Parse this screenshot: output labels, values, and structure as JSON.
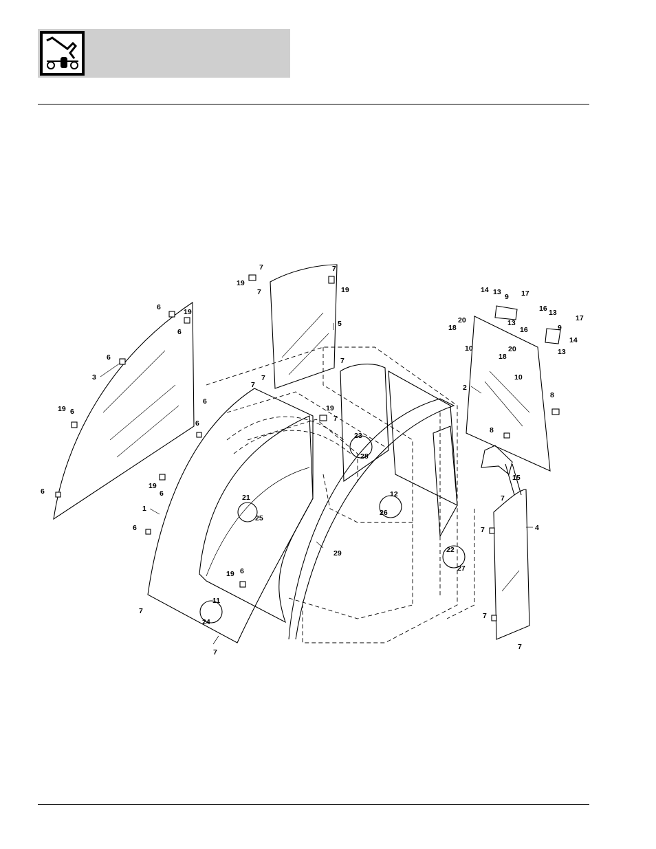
{
  "header": {
    "logo_icon": "loader-vehicle-icon",
    "band_color": "#cfcfcf"
  },
  "diagram": {
    "description_icon": "cab-windows-exploded-view",
    "callouts": {
      "c1": "1",
      "c2": "2",
      "c3": "3",
      "c4": "4",
      "c5": "5",
      "c6a": "6",
      "c6b": "6",
      "c6c": "6",
      "c6d": "6",
      "c6e": "6",
      "c6f": "6",
      "c6g": "6",
      "c6h": "6",
      "c6i": "6",
      "c7a": "7",
      "c7b": "7",
      "c7c": "7",
      "c7d": "7",
      "c7e": "7",
      "c7f": "7",
      "c7g": "7",
      "c7h": "7",
      "c7i": "7",
      "c7j": "7",
      "c7k": "7",
      "c7l": "7",
      "c8a": "8",
      "c8b": "8",
      "c9a": "9",
      "c9b": "9",
      "c10a": "10",
      "c10b": "10",
      "c11": "11",
      "c12": "12",
      "c13a": "13",
      "c13b": "13",
      "c13c": "13",
      "c13d": "13",
      "c14a": "14",
      "c14b": "14",
      "c15": "15",
      "c16a": "16",
      "c16b": "16",
      "c17a": "17",
      "c17b": "17",
      "c18a": "18",
      "c18b": "18",
      "c19a": "19",
      "c19b": "19",
      "c19c": "19",
      "c19d": "19",
      "c19e": "19",
      "c19f": "19",
      "c19g": "19",
      "c20a": "20",
      "c20b": "20",
      "c21": "21",
      "c22": "22",
      "c23": "23",
      "c24": "24",
      "c25": "25",
      "c26": "26",
      "c27": "27",
      "c28": "28",
      "c29": "29"
    }
  }
}
